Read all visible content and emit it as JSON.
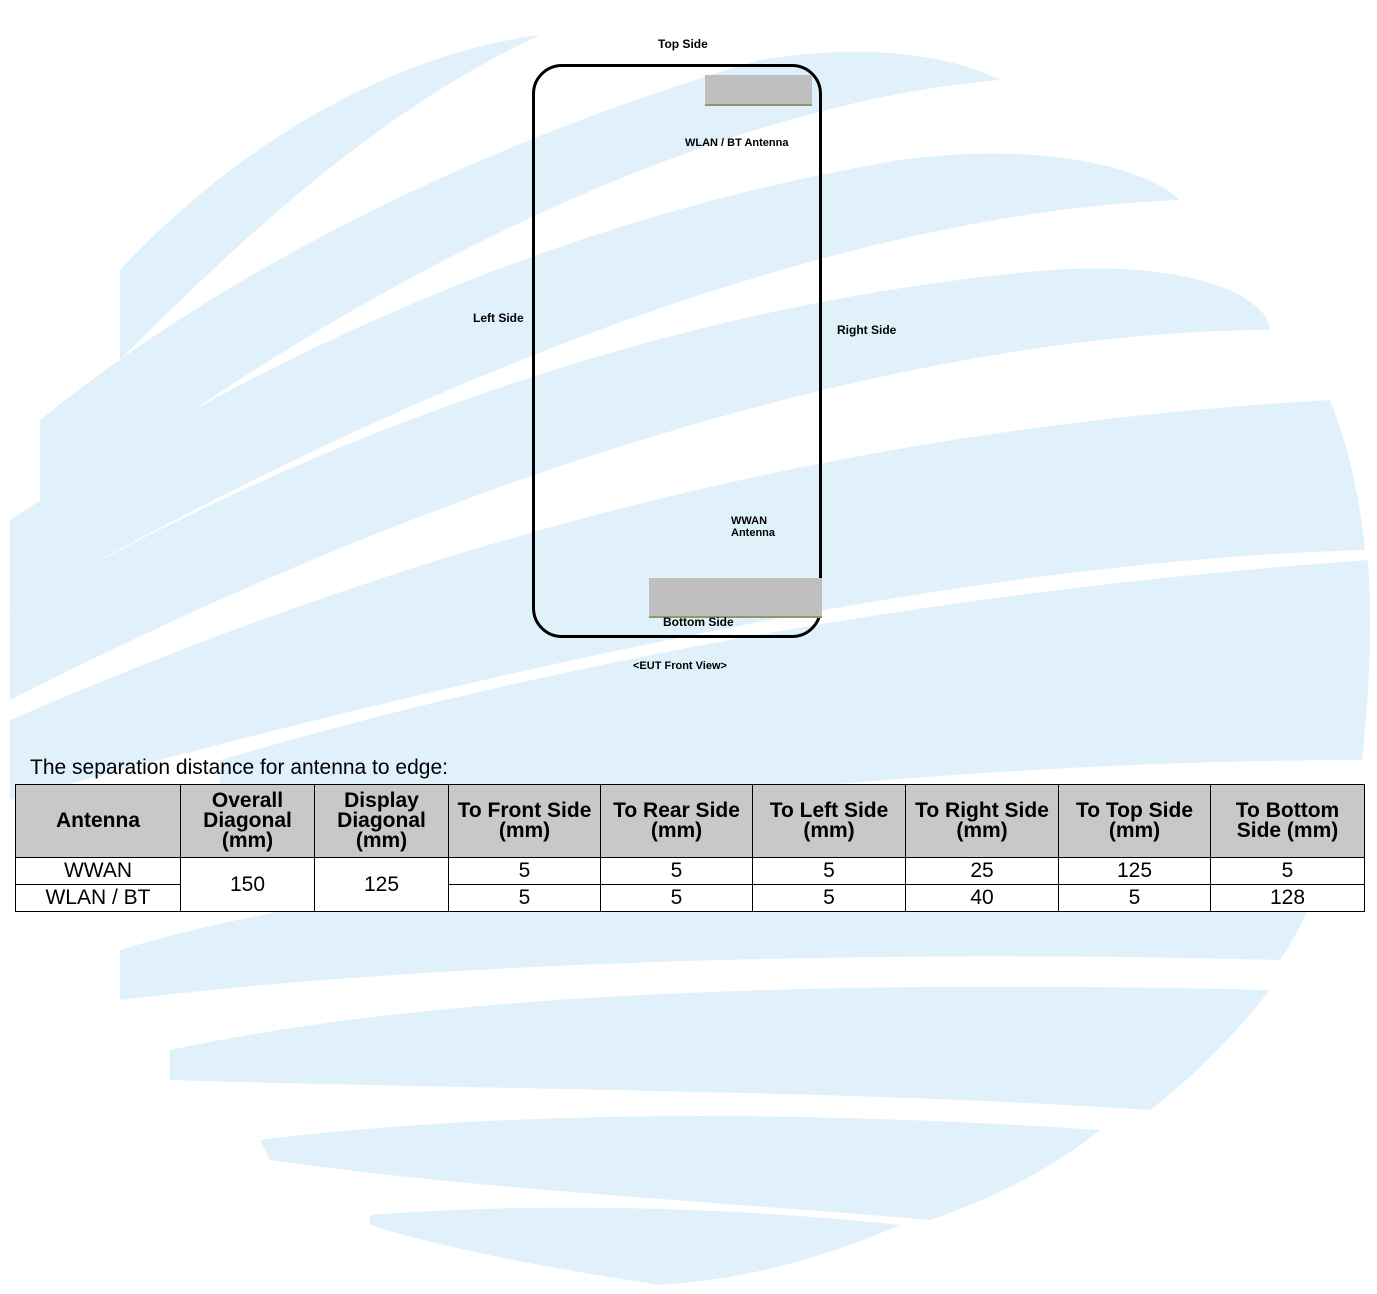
{
  "diagram": {
    "top_side": "Top  Side",
    "left_side": "Left Side",
    "right_side": "Right Side",
    "bottom_side": "Bottom  Side",
    "wlan_antenna": "WLAN / BT Antenna",
    "wwan_antenna_line1": "WWAN",
    "wwan_antenna_line2": "Antenna",
    "view_caption": "<EUT Front View>"
  },
  "caption": "The separation distance for antenna to edge:",
  "table": {
    "headers": [
      "Antenna",
      "Overall Diagonal (mm)",
      "Display Diagonal (mm)",
      "To Front Side (mm)",
      "To Rear Side (mm)",
      "To Left Side (mm)",
      "To Right Side (mm)",
      "To Top Side (mm)",
      "To Bottom Side (mm)"
    ],
    "overall_diagonal": "150",
    "display_diagonal": "125",
    "rows": [
      {
        "antenna": "WWAN",
        "front": "5",
        "rear": "5",
        "left": "5",
        "right": "25",
        "top": "125",
        "bottom": "5"
      },
      {
        "antenna": "WLAN / BT",
        "front": "5",
        "rear": "5",
        "left": "5",
        "right": "40",
        "top": "5",
        "bottom": "128"
      }
    ]
  },
  "colors": {
    "watermark": "#dff0fb",
    "header_bg": "#c8c8c8",
    "antenna_block": "#bfbfbf"
  }
}
